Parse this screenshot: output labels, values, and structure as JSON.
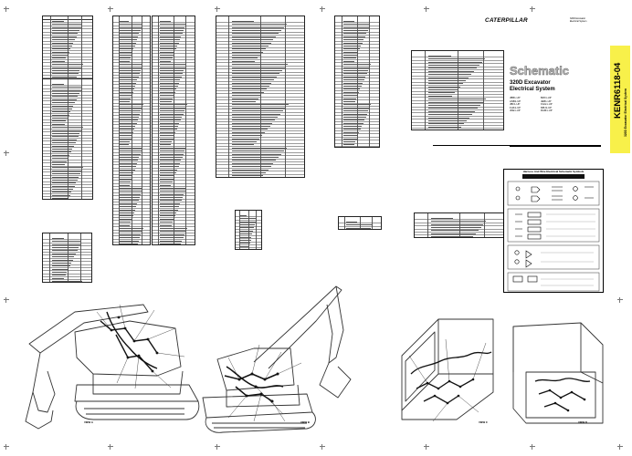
{
  "header": {
    "brand": "CATERPILLAR",
    "doc_small_1": "320D Excavator",
    "doc_small_2": "Electrical System"
  },
  "title_block": {
    "title": "Schematic",
    "subtitle_1": "320D Excavator",
    "subtitle_2": "Electrical System",
    "serials": [
      "JBB1-UP",
      "ANB1-UP",
      "JBF1-UP",
      "FHK1-UP",
      "JDE1-UP",
      "BZF1-UP",
      "JEB1-UP",
      "KGG1-UP",
      "MBJ1-UP",
      "RAM1-UP"
    ]
  },
  "side_tab": {
    "doc_number": "KENR6118-04",
    "text": "320D Excavator Electrical System"
  },
  "symbols_panel": {
    "title": "Harness And Wire Electrical Schematic Symbols"
  },
  "views": [
    {
      "label": "VIEW A"
    },
    {
      "label": "VIEW B"
    },
    {
      "label": "VIEW C"
    },
    {
      "label": "VIEW D"
    }
  ]
}
